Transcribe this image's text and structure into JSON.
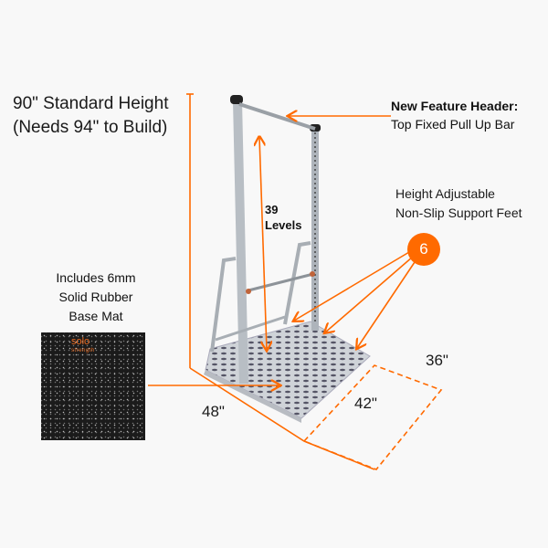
{
  "diagram": {
    "title_line1": "90\" Standard Height",
    "title_line2": "(Needs 94\" to Build)",
    "feature_header": "New Feature Header:",
    "feature_text": "Top Fixed Pull Up Bar",
    "feet_line1": "Height Adjustable",
    "feet_line2": "Non-Slip Support Feet",
    "feet_count": "6",
    "levels_num": "39",
    "levels_label": "Levels",
    "mat_line1": "Includes 6mm",
    "mat_line2": "Solid Rubber",
    "mat_line3": "Base Mat",
    "mat_logo_top": "solo",
    "mat_logo_bottom": "strength",
    "dim_width": "48\"",
    "dim_depth": "42\"",
    "dim_extra": "36\""
  },
  "colors": {
    "accent": "#ff6a00",
    "background": "#f8f8f8",
    "text": "#111111"
  }
}
